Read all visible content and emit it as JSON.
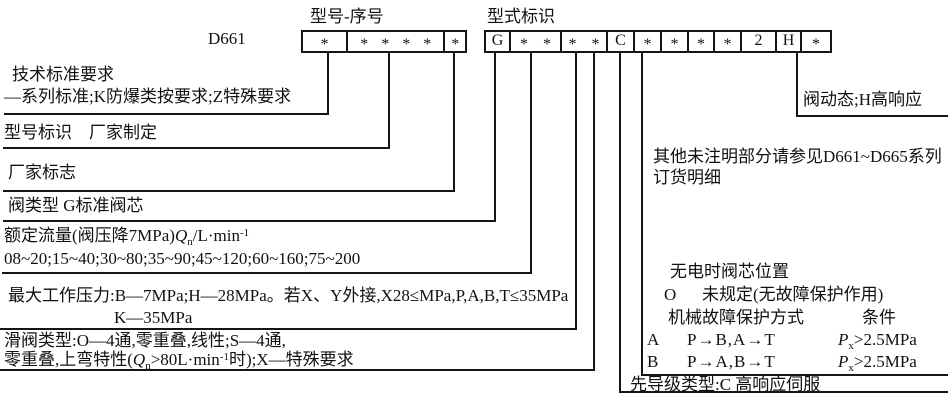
{
  "header": {
    "model": "D661",
    "model_serial_label": "型号-序号",
    "type_id_label": "型式标识"
  },
  "boxes": {
    "model_serial": [
      "*",
      "* * * *",
      "*"
    ],
    "type_id": [
      "G",
      "* *",
      "* *",
      "C",
      "*",
      "*",
      "*",
      "*",
      "2",
      "H",
      "*"
    ]
  },
  "left_rows": {
    "tech_standard": {
      "line1": "技术标准要求",
      "line2": "—系列标准;K防爆类按要求;Z特殊要求"
    },
    "model_id": {
      "text": "型号标识　厂家制定"
    },
    "maker_mark": {
      "text": "厂家标志"
    },
    "valve_type": {
      "text": "阀类型 G标准阀芯"
    },
    "flow": {
      "l1_pre": "额定流量(阀压降7MPa)",
      "l1_q": "Q",
      "l1_qsub": "n",
      "l1_mid": "/L·min",
      "l1_sup": "-1",
      "line2": "08~20;15~40;30~80;35~90;45~120;60~160;75~200"
    },
    "pressure": {
      "line1": "最大工作压力:B—7MPa;H—28MPa。若X、Y外接,X28≤MPa,P,A,B,T≤35MPa",
      "line2": "K—35MPa"
    },
    "spool": {
      "line1": "滑阀类型:O—4通,零重叠,线性;S—4通,",
      "l2_pre": "零重叠,上弯特性(",
      "l2_q": "Q",
      "l2_qsub": "n",
      "l2_mid": ">80L·min",
      "l2_sup": "-1",
      "l2_post": "时);X—特殊要求"
    }
  },
  "right": {
    "note": {
      "line1": "其他未注明部分请参见D661~D665系列",
      "line2": "订货明细"
    },
    "failsafe": {
      "title": "无电时阀芯位置",
      "o_key": "O",
      "o_desc": "未规定(无故障保护作用)",
      "mech_header": "机械故障保护方式",
      "cond_header": "条件",
      "row_a": {
        "key": "A",
        "path": "P→B,A→T",
        "p": "P",
        "psub": "x",
        "cond": ">2.5MPa"
      },
      "row_b": {
        "key": "B",
        "path": "P→A,B→T",
        "p": "P",
        "psub": "x",
        "cond": ">2.5MPa"
      }
    },
    "pilot": {
      "text": "先导级类型:C 高响应伺服"
    },
    "dynamics": {
      "text": "阀动态;H高响应"
    }
  },
  "colors": {
    "background": "#ffffff",
    "line": "#151515",
    "text": "#111111"
  }
}
